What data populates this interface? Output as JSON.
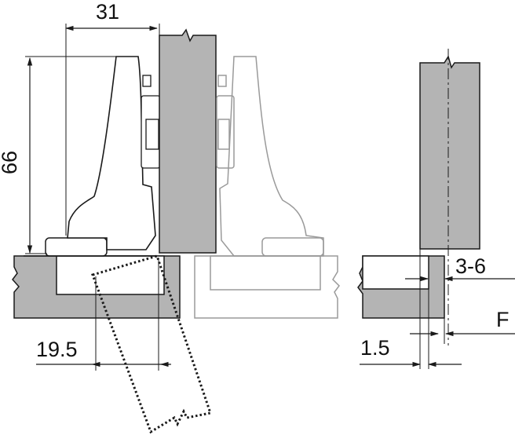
{
  "diagram": {
    "dimensions": {
      "width_top": "31",
      "height_left": "66",
      "offset_bottom": "19.5",
      "gap_right": "3-6",
      "depth_bottom_right": "1.5",
      "overlay_label": "F"
    },
    "colors": {
      "part_fill": "#b4b4b4",
      "outline": "#1a1a1a",
      "ghost_outline": "#9a9a9a",
      "background": "#ffffff"
    }
  }
}
